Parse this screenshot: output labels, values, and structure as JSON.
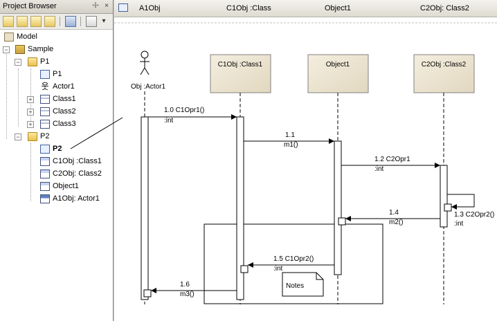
{
  "browser": {
    "title": "Project Browser",
    "pin_glyph": "☩",
    "close_glyph": "×",
    "tree": [
      {
        "label": "Model",
        "icon": "model-icon",
        "level": 0
      },
      {
        "label": "Sample",
        "icon": "package-icon",
        "level": 0
      },
      {
        "label": "P1",
        "icon": "folder-icon",
        "level": 1
      },
      {
        "label": "P1",
        "icon": "sequence-diagram-icon",
        "level": 2
      },
      {
        "label": "Actor1",
        "icon": "actor-icon",
        "level": 2
      },
      {
        "label": "Class1",
        "icon": "class-icon",
        "level": 2
      },
      {
        "label": "Class2",
        "icon": "class-icon",
        "level": 2
      },
      {
        "label": "Class3",
        "icon": "class-icon",
        "level": 2
      },
      {
        "label": "P2",
        "icon": "folder-icon",
        "level": 1
      },
      {
        "label": "P2",
        "icon": "sequence-diagram-icon",
        "level": 2
      },
      {
        "label": "C1Obj :Class1",
        "icon": "object-icon",
        "level": 2
      },
      {
        "label": "C2Obj: Class2",
        "icon": "object-icon",
        "level": 2
      },
      {
        "label": "Object1",
        "icon": "object-icon",
        "level": 2
      },
      {
        "label": "A1Obj: Actor1",
        "icon": "actor-object-icon",
        "level": 2
      }
    ]
  },
  "diagram": {
    "header": {
      "title": "A1Obj",
      "col1": "C1Obj :Class",
      "col2": "Object1",
      "col3": "C2Obj: Class2"
    },
    "actor_label": "Obj :Actor1",
    "lifelines": {
      "c1": "C1Obj :Class1",
      "obj1": "Object1",
      "c2": "C2Obj :Class2"
    },
    "messages": {
      "m10a": "1.0  C1Opr1()",
      "m10b": ":int",
      "m11a": "1.1",
      "m11b": "m1()",
      "m12a": "1.2  C2Opr1",
      "m12b": ":int",
      "m13a": "1.3  C2Opr2()",
      "m13b": ":int",
      "m14a": "1.4",
      "m14b": "m2()",
      "m15a": "1.5  C1Opr2()",
      "m15b": ":int",
      "m16a": "1.6",
      "m16b": "m3()"
    },
    "note": "Notes"
  }
}
